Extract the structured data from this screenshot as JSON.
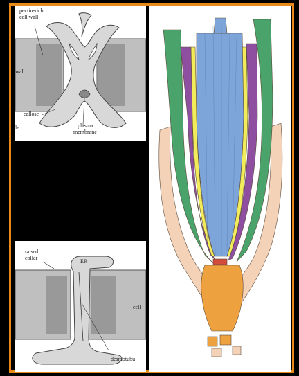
{
  "frame_color": "#e8891a",
  "top_panel": {
    "labels": {
      "pectin": "pectin-rich",
      "cell_wall": "cell wall",
      "wall": "wall",
      "callose": "callose",
      "plasma": "plasma",
      "membrane": "membrane",
      "cut_left": "le"
    }
  },
  "bottom_panel": {
    "labels": {
      "raised": "raised",
      "collar": "collar",
      "er": "ER",
      "cell": "cell",
      "desmotubule": "desmotubu"
    }
  },
  "root_panel": {
    "colors": {
      "stele": "#7ea5d9",
      "pericycle": "#f2ec5a",
      "endodermis": "#8f4fa0",
      "cortex": "#49a36b",
      "epidermis": "#f3d2b8",
      "root_cap": "#eea13f",
      "qc": "#d34b3a"
    }
  }
}
